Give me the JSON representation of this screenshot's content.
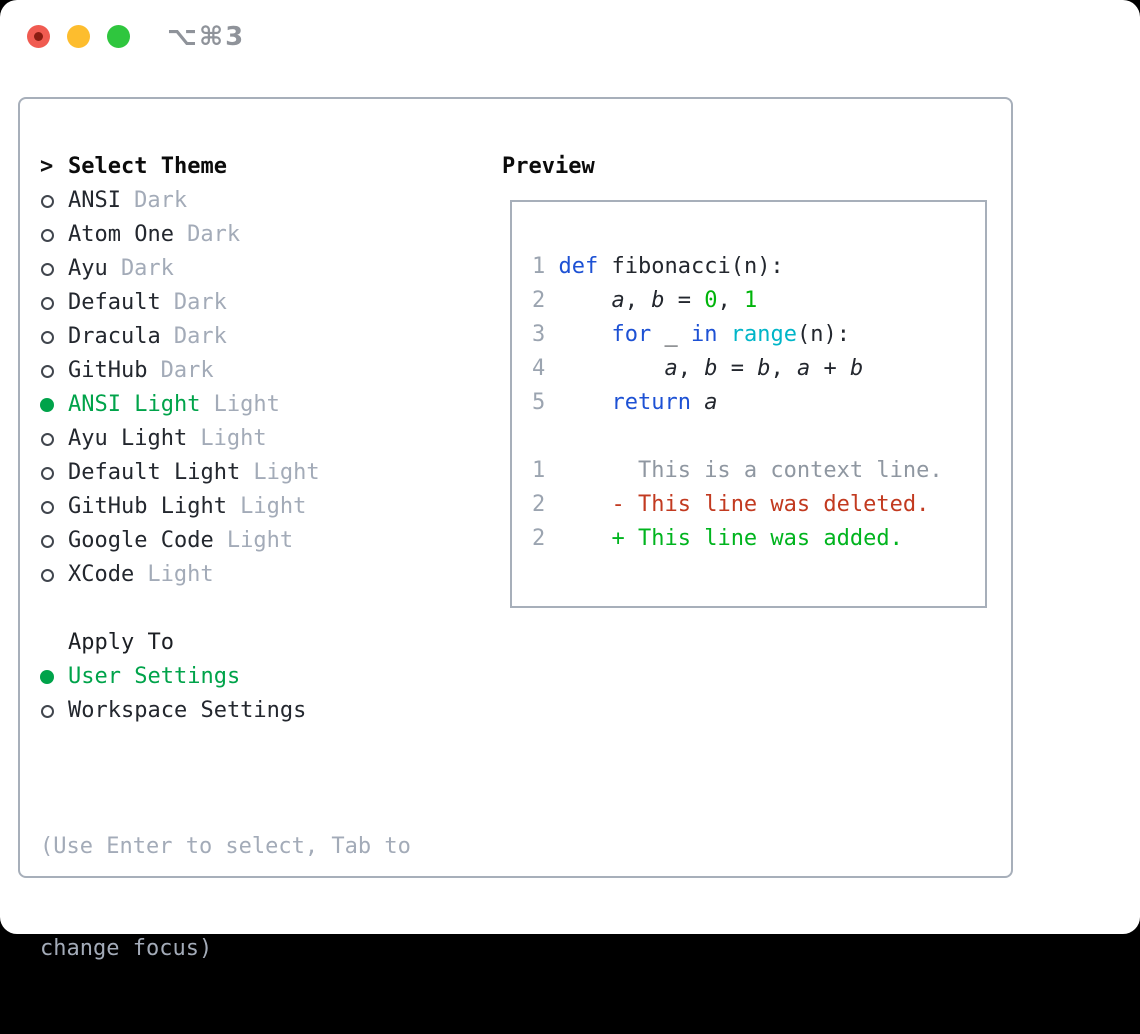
{
  "window": {
    "title": "⌥⌘3",
    "traffic_lights": [
      "close",
      "minimize",
      "zoom"
    ]
  },
  "theme_panel": {
    "header_prefix": ">",
    "header": "Select Theme",
    "themes": [
      {
        "name": "ANSI",
        "variant": "Dark",
        "selected": false
      },
      {
        "name": "Atom One",
        "variant": "Dark",
        "selected": false
      },
      {
        "name": "Ayu",
        "variant": "Dark",
        "selected": false
      },
      {
        "name": "Default",
        "variant": "Dark",
        "selected": false
      },
      {
        "name": "Dracula",
        "variant": "Dark",
        "selected": false
      },
      {
        "name": "GitHub",
        "variant": "Dark",
        "selected": false
      },
      {
        "name": "ANSI Light",
        "variant": "Light",
        "selected": true
      },
      {
        "name": "Ayu Light",
        "variant": "Light",
        "selected": false
      },
      {
        "name": "Default Light",
        "variant": "Light",
        "selected": false
      },
      {
        "name": "GitHub Light",
        "variant": "Light",
        "selected": false
      },
      {
        "name": "Google Code",
        "variant": "Light",
        "selected": false
      },
      {
        "name": "XCode",
        "variant": "Light",
        "selected": false
      }
    ],
    "apply_to": {
      "header": "Apply To",
      "options": [
        {
          "label": "User Settings",
          "selected": true
        },
        {
          "label": "Workspace Settings",
          "selected": false
        }
      ]
    },
    "hint_lines": [
      "(Use Enter to select, Tab to",
      "change focus)"
    ]
  },
  "preview": {
    "header": "Preview",
    "lines": [
      [
        [
          "ln",
          "1 "
        ],
        [
          "kw",
          "def"
        ],
        [
          "code",
          " fibonacci(n):"
        ]
      ],
      [
        [
          "ln",
          "2 "
        ],
        [
          "code",
          "    "
        ],
        [
          "var",
          "a"
        ],
        [
          "code",
          ", "
        ],
        [
          "var",
          "b"
        ],
        [
          "code",
          " = "
        ],
        [
          "num",
          "0"
        ],
        [
          "code",
          ", "
        ],
        [
          "num",
          "1"
        ]
      ],
      [
        [
          "ln",
          "3 "
        ],
        [
          "code",
          "    "
        ],
        [
          "kw",
          "for"
        ],
        [
          "code",
          " _ "
        ],
        [
          "kw",
          "in"
        ],
        [
          "code",
          " "
        ],
        [
          "fn",
          "range"
        ],
        [
          "code",
          "(n):"
        ]
      ],
      [
        [
          "ln",
          "4 "
        ],
        [
          "code",
          "        "
        ],
        [
          "var",
          "a"
        ],
        [
          "code",
          ", "
        ],
        [
          "var",
          "b"
        ],
        [
          "code",
          " = "
        ],
        [
          "var",
          "b"
        ],
        [
          "code",
          ", "
        ],
        [
          "var",
          "a"
        ],
        [
          "code",
          " + "
        ],
        [
          "var",
          "b"
        ]
      ],
      [
        [
          "ln",
          "5 "
        ],
        [
          "code",
          "    "
        ],
        [
          "kw",
          "return"
        ],
        [
          "code",
          " "
        ],
        [
          "var",
          "a"
        ]
      ],
      [],
      [
        [
          "ln",
          "1"
        ],
        [
          "ctx",
          "       This is a context line."
        ]
      ],
      [
        [
          "ln",
          "2"
        ],
        [
          "code",
          "     "
        ],
        [
          "del",
          "- This line was deleted."
        ]
      ],
      [
        [
          "ln",
          "2"
        ],
        [
          "code",
          "     "
        ],
        [
          "add",
          "+ This line was added."
        ]
      ]
    ]
  },
  "colors": {
    "accent_green": "#00a34a",
    "diff_added": "#00b41e",
    "diff_deleted": "#c23a20",
    "keyword_blue": "#1d51d4",
    "function_cyan": "#00b5c8",
    "number_green": "#00b40a",
    "muted_gray": "#a3abb8",
    "line_number_gray": "#9ba4b0",
    "context_gray": "#8f97a1",
    "border_gray": "#a7afba",
    "text_dark": "#23272e",
    "traffic_red": "#f05b51",
    "traffic_red_dot": "#8a1d12",
    "traffic_yellow": "#fdbd2e",
    "traffic_green": "#2fc63e"
  }
}
